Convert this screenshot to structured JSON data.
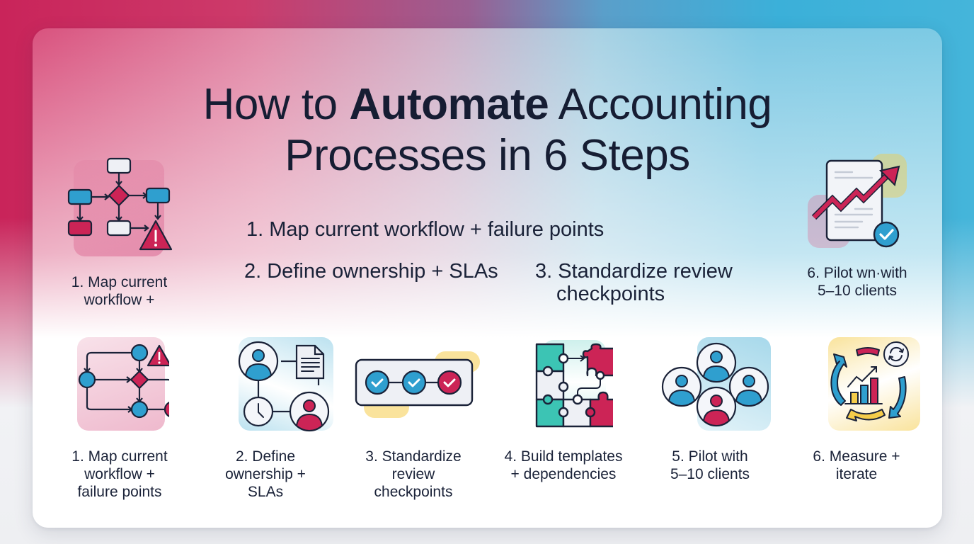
{
  "title": {
    "line1_prefix": "How to ",
    "line1_bold": "Automate",
    "line1_suffix": " Accounting",
    "line2": "Processes in 6 Steps"
  },
  "floating_texts": {
    "step1_full": "1. Map current workflow + failure points",
    "step2_full": "2. Define ownership + SLAs",
    "step3_line1": "3. Standardize review",
    "step3_line2": "checkpoints"
  },
  "top_left_card": {
    "icon": "workflow-warning-icon",
    "label_line1": "1. Map current",
    "label_line2": "workflow +"
  },
  "top_right_card": {
    "icon": "report-growth-check-icon",
    "label_line1": "6. Pilot wn·with",
    "label_line2": "5–10 clients"
  },
  "steps": [
    {
      "icon": "flowchart-warning-icon",
      "label_lines": [
        "1. Map current",
        "workflow +",
        "failure points"
      ]
    },
    {
      "icon": "ownership-network-icon",
      "label_lines": [
        "2. Define",
        "ownership +",
        "SLAs"
      ]
    },
    {
      "icon": "review-checkpoints-icon",
      "label_lines": [
        "3. Standardize",
        "review",
        "checkpoints"
      ]
    },
    {
      "icon": "puzzle-templates-icon",
      "label_lines": [
        "4. Build templates",
        "+ dependencies"
      ]
    },
    {
      "icon": "client-group-icon",
      "label_lines": [
        "5. Pilot with",
        "5–10 clients"
      ]
    },
    {
      "icon": "measure-iterate-icon",
      "label_lines": [
        "6. Measure +",
        "iterate"
      ]
    }
  ],
  "colors": {
    "navy": "#1a2238",
    "crimson": "#cc2456",
    "blue": "#2f9fcf",
    "teal": "#3cc4b4",
    "yellow": "#f5cc4a",
    "light": "#eef0f5"
  }
}
